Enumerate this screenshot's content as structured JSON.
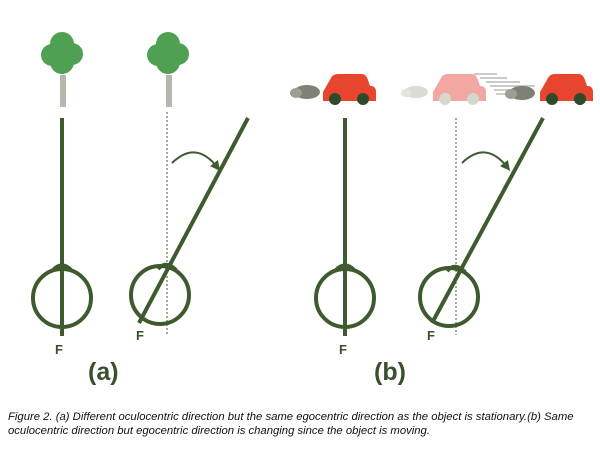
{
  "labels": {
    "fovea_a1": "F",
    "fovea_a2": "F",
    "fovea_b1": "F",
    "fovea_b2": "F",
    "panel_a": "(a)",
    "panel_b": "(b)"
  },
  "caption": "Figure 2. (a) Different oculocentric direction but the same egocentric direction as the object is stationary.(b) Same oculocentric direction but egocentric direction is changing since the object is moving.",
  "colors": {
    "line": "#3e5a2e",
    "tree": "#4fa052",
    "car": "#e8452e",
    "car_ghost": "#f2a7a2",
    "wheel": "#2e4a2a"
  }
}
